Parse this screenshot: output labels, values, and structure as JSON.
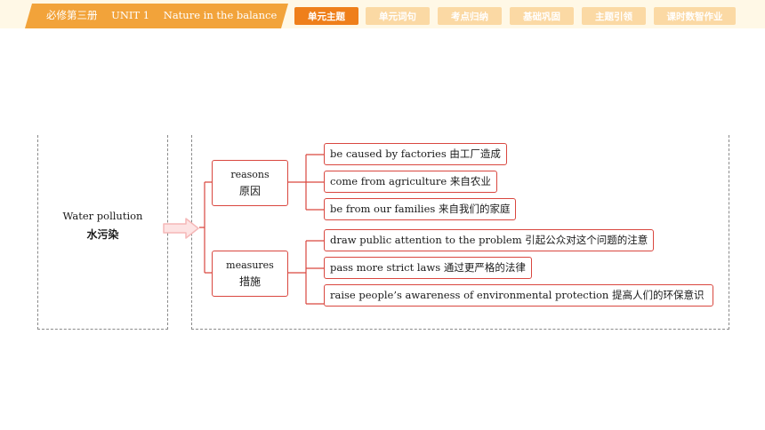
{
  "header": {
    "book": "必修第三册",
    "unit": "UNIT 1",
    "title": "Nature in the balance",
    "tabs": [
      {
        "label": "单元主题",
        "active": true
      },
      {
        "label": "单元词句",
        "active": false
      },
      {
        "label": "考点归纳",
        "active": false
      },
      {
        "label": "基础巩固",
        "active": false
      },
      {
        "label": "主题引领",
        "active": false
      },
      {
        "label": "课时数智作业",
        "active": false
      }
    ]
  },
  "mindmap": {
    "root": {
      "en": "Water pollution",
      "zh": "水污染"
    },
    "categories": [
      {
        "en": "reasons",
        "zh": "原因",
        "items": [
          "be caused by factories 由工厂造成",
          "come from agriculture 来自农业",
          "be from our families 来自我们的家庭"
        ]
      },
      {
        "en": "measures",
        "zh": "措施",
        "items": [
          "draw public attention to the problem 引起公众对这个问题的注意",
          "pass more strict laws 通过更严格的法律",
          "raise people’s awareness of environmental protection 提高人们的环保意识"
        ]
      }
    ]
  },
  "colors": {
    "accent": "#ef7f1a",
    "title_bar": "#f2a33a",
    "tab_inactive": "#fbd9a4",
    "node_border": "#d9473f",
    "arrow": "#f5b8b8"
  }
}
